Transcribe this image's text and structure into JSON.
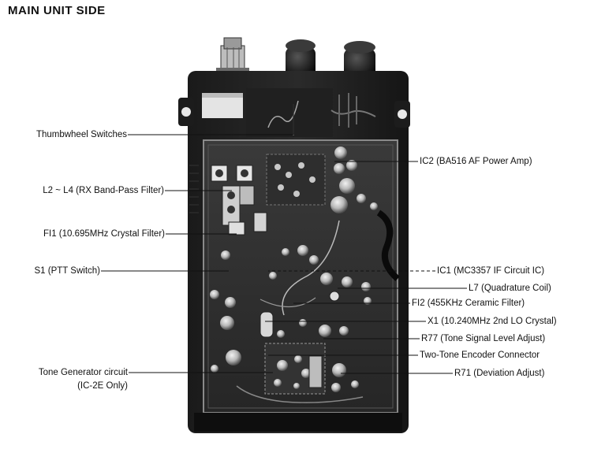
{
  "title": "MAIN UNIT SIDE",
  "callouts_left": [
    {
      "key": "thumbwheel",
      "text": "Thumbwheel Switches"
    },
    {
      "key": "l2l4",
      "text": "L2 ~ L4 (RX Band-Pass Filter)"
    },
    {
      "key": "fi1",
      "text": "FI1 (10.695MHz Crystal Filter)"
    },
    {
      "key": "s1",
      "text": "S1 (PTT Switch)"
    },
    {
      "key": "tonegen",
      "text": "Tone Generator circuit"
    },
    {
      "key": "tonegen_note",
      "text": "(IC-2E Only)"
    }
  ],
  "callouts_right": [
    {
      "key": "ic2",
      "text": "IC2 (BA516 AF Power Amp)"
    },
    {
      "key": "ic1",
      "text": "IC1 (MC3357 IF Circuit IC)"
    },
    {
      "key": "l7",
      "text": "L7 (Quadrature Coil)"
    },
    {
      "key": "fi2",
      "text": "FI2 (455KHz Ceramic Filter)"
    },
    {
      "key": "x1",
      "text": "X1 (10.240MHz 2nd LO Crystal)"
    },
    {
      "key": "r77",
      "text": "R77 (Tone Signal Level Adjust)"
    },
    {
      "key": "twotone",
      "text": "Two-Tone Encoder Connector"
    },
    {
      "key": "r71",
      "text": "R71 (Deviation Adjust)"
    }
  ]
}
